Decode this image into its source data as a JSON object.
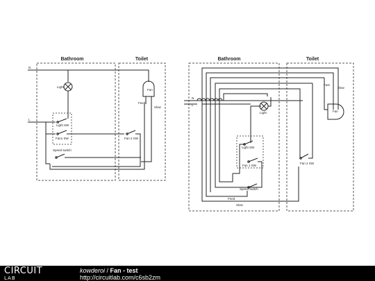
{
  "left": {
    "bathroom_label": "Bathroom",
    "toilet_label": "Toilet",
    "n_label": "N",
    "l_label": "L",
    "light_label": "Light",
    "light_sw_label": "Light SW",
    "fan1_label": "Fan1 SW",
    "fan2_label": "Fan 2 SW",
    "speed_label": "Speed switch",
    "fan_label": "Fan",
    "feed_label": "Feed",
    "slow_label": "Slow"
  },
  "right": {
    "bathroom_label": "Bathroom",
    "toilet_label": "Toilet",
    "n_label": "N",
    "l_label": "L",
    "light_label": "Light",
    "light_sw_label": "Light SW",
    "fan1_label": "Fan 1 SW",
    "fan2_label": "Fan 2 SW",
    "speed_label": "Speed switch",
    "fan_label": "Fan",
    "feed_label": "Feed",
    "slow_label": "Slow",
    "fast_label": "Fast",
    "slow2_label": "Slow"
  },
  "footer": {
    "logo_top": "CIRCUIT",
    "logo_bottom": "LAB",
    "author": "kowderoi",
    "separator": " / ",
    "title": "Fan - test",
    "url": "http://circuitlab.com/c6sb2zm"
  }
}
